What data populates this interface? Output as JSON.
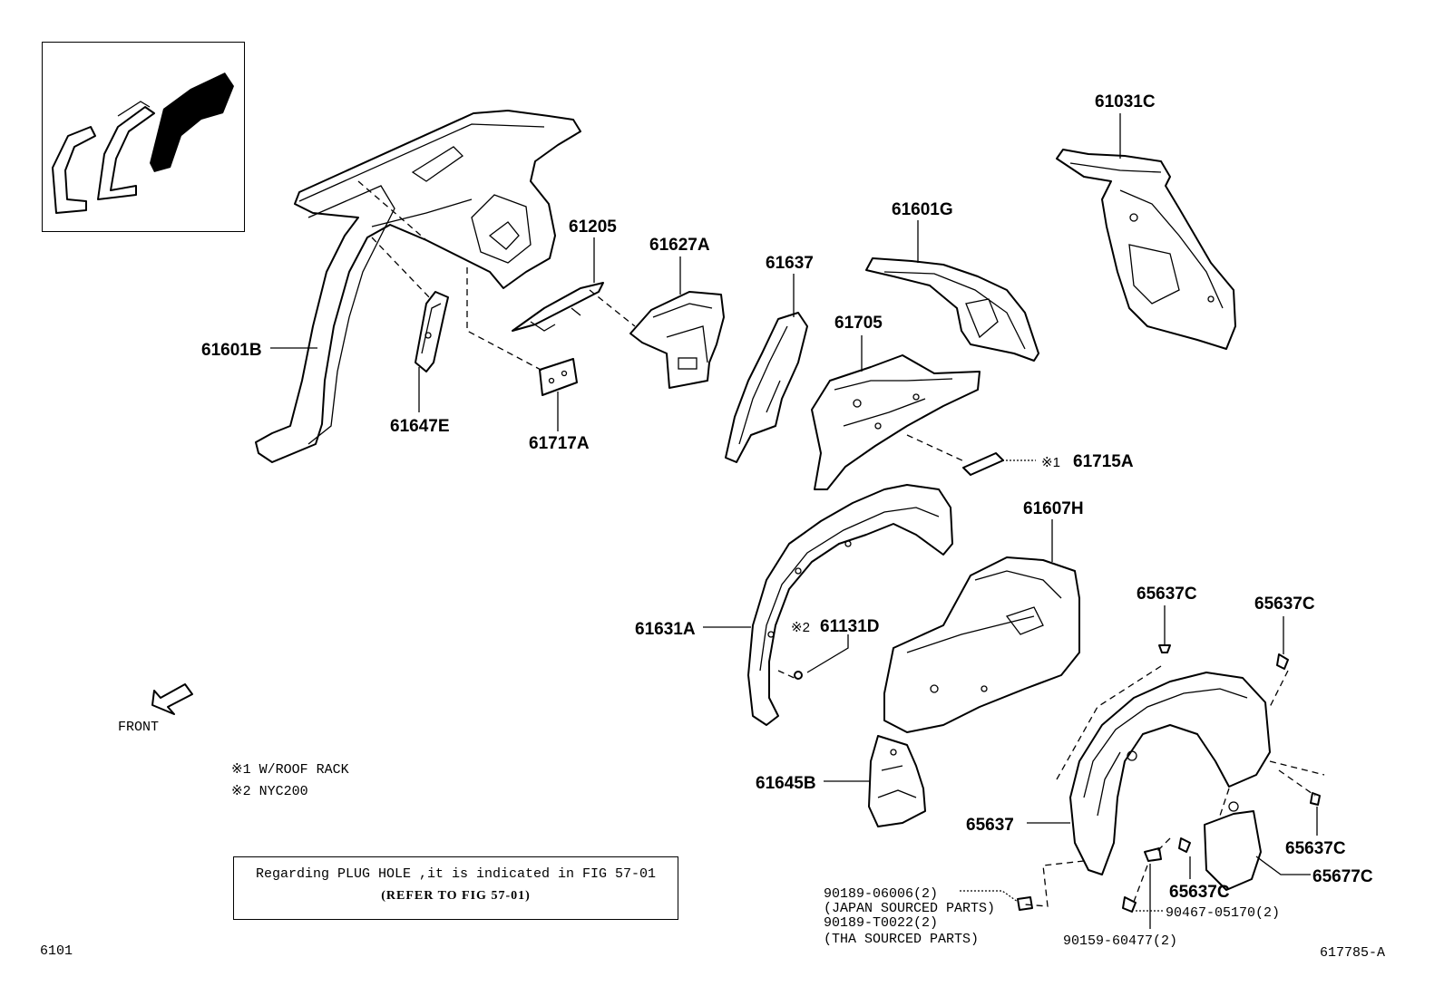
{
  "parts": {
    "p61031C": "61031C",
    "p61601G": "61601G",
    "p61205": "61205",
    "p61627A": "61627A",
    "p61637": "61637",
    "p61705": "61705",
    "p61601B": "61601B",
    "p61647E": "61647E",
    "p61717A": "61717A",
    "p61715A": "61715A",
    "p61715A_mark": "※1",
    "p61607H": "61607H",
    "p61631A": "61631A",
    "p61131D": "61131D",
    "p61131D_mark": "※2",
    "p65637C_a": "65637C",
    "p65637C_b": "65637C",
    "p65637C_c": "65637C",
    "p65637C_d": "65637C",
    "p61645B": "61645B",
    "p65637": "65637",
    "p65677C": "65677C",
    "f90189_06006": "90189-06006(2)",
    "f90189_06006_note": "(JAPAN SOURCED PARTS)",
    "f90189_T0022": "90189-T0022(2)",
    "f90189_T0022_note": "(THA SOURCED PARTS)",
    "f90467_05170": "90467-05170(2)",
    "f90159_60477": "90159-60477(2)"
  },
  "legend": {
    "note1": "※1 W/ROOF RACK",
    "note2": "※2 NYC200"
  },
  "front_label": "FRONT",
  "plug_note": {
    "line1": "Regarding PLUG HOLE ,it is indicated in FIG 57-01",
    "line2": "(REFER TO FIG 57-01)"
  },
  "footer": {
    "page_code": "6101",
    "figure_code": "617785-A"
  }
}
